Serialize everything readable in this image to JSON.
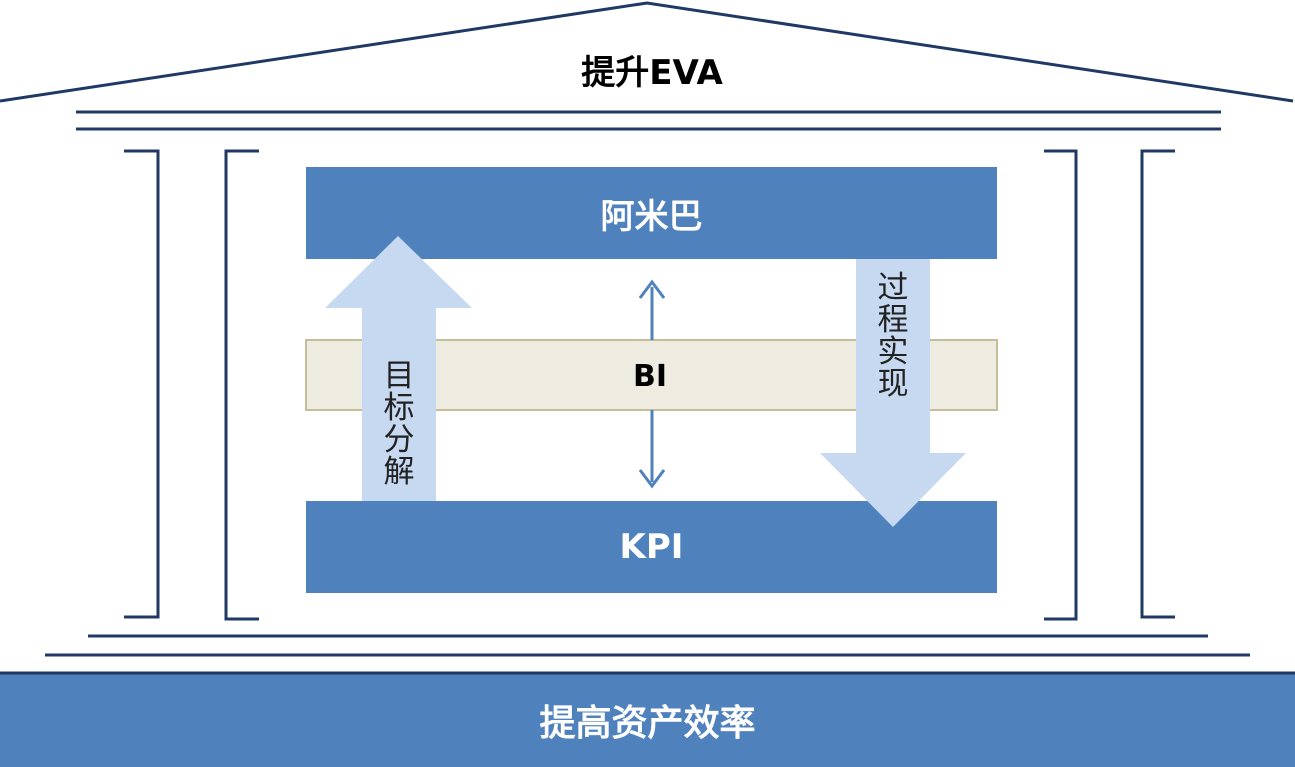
{
  "roof": {
    "title": "提升EVA"
  },
  "top_bar": {
    "label": "阿米巴"
  },
  "middle_bar": {
    "label": "BI"
  },
  "bottom_bar": {
    "label": "KPI"
  },
  "left_arrow": {
    "label": "目标分解"
  },
  "right_arrow": {
    "label": "过程实现"
  },
  "foundation": {
    "label": "提高资产效率"
  },
  "colors": {
    "primary_blue": "#4f81bd",
    "outline_navy": "#1f3864",
    "light_arrow": "#c6d9f1",
    "bi_fill": "#eeece1",
    "bi_border": "#c4bd97"
  }
}
